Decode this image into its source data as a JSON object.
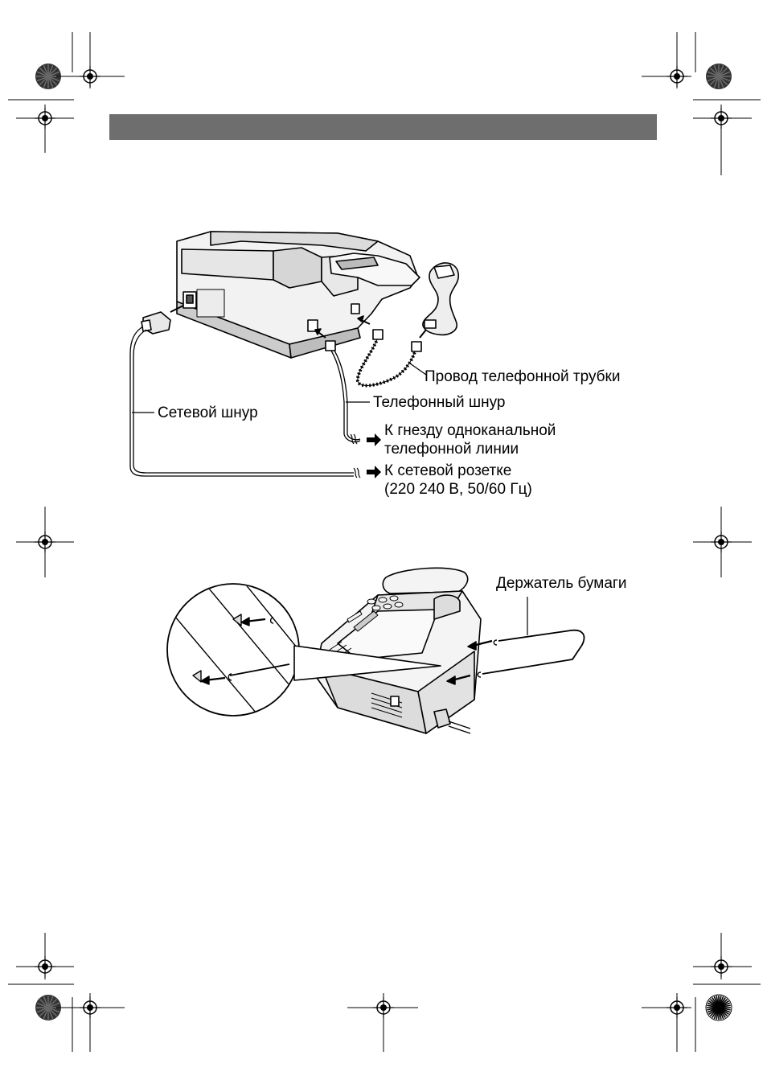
{
  "page": {
    "background": "#ffffff",
    "header_bar_color": "#6e6e6e"
  },
  "diagram_connections": {
    "handset_cord_label": "Провод телефонной трубки",
    "telephone_cord_label": "Телефонный шнур",
    "power_cord_label": "Сетевой шнур",
    "to_line_label_1": "К гнезду одноканальной",
    "to_line_label_2": "телефонной линии",
    "to_outlet_label_1": "К сетевой розетке",
    "to_outlet_label_2": "(220  240 В, 50/60 Гц)"
  },
  "diagram_paper_holder": {
    "paper_holder_label": "Держатель бумаги"
  },
  "icons": [
    "registration-mark-icon",
    "color-target-icon",
    "arrow-right-icon"
  ]
}
